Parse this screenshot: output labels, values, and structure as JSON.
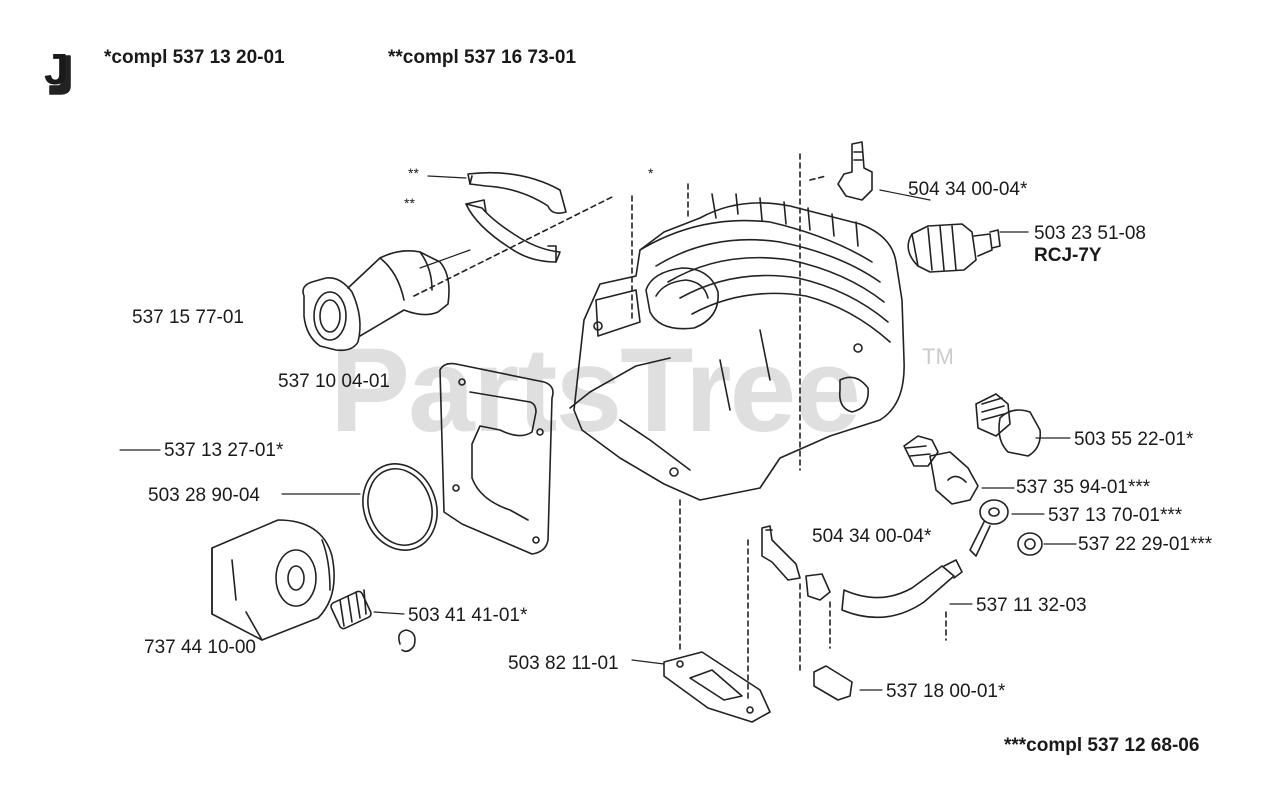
{
  "section_letter": "J",
  "header": {
    "compl_1": "*compl 537 13 20-01",
    "compl_2": "**compl 537 16 73-01"
  },
  "footer": {
    "compl_3": "***compl 537 12 68-06"
  },
  "watermark": {
    "text": "PartsTree",
    "tm": "TM"
  },
  "markers": {
    "double_star_a": "**",
    "double_star_b": "**",
    "single_star": "*"
  },
  "parts": {
    "p504340004_top": "504 34 00-04*",
    "p503235108": "503 23 51-08",
    "spark_plug_type": "RCJ-7Y",
    "p537157701": "537 15 77-01",
    "p537100401": "537 10 04-01",
    "p537132701": "537 13 27-01*",
    "p503289004": "503 28 90-04",
    "p503552201": "503 55 22-01*",
    "p537359401": "537 35 94-01***",
    "p537137001": "537 13 70-01***",
    "p537222901": "537 22 29-01***",
    "p504340004_mid": "504 34 00-04*",
    "p537113203": "537 11 32-03",
    "p503414101": "503 41 41-01*",
    "p737441000": "737 44 10-00",
    "p503821101": "503 82 11-01",
    "p537180001": "537 18 00-01*"
  }
}
